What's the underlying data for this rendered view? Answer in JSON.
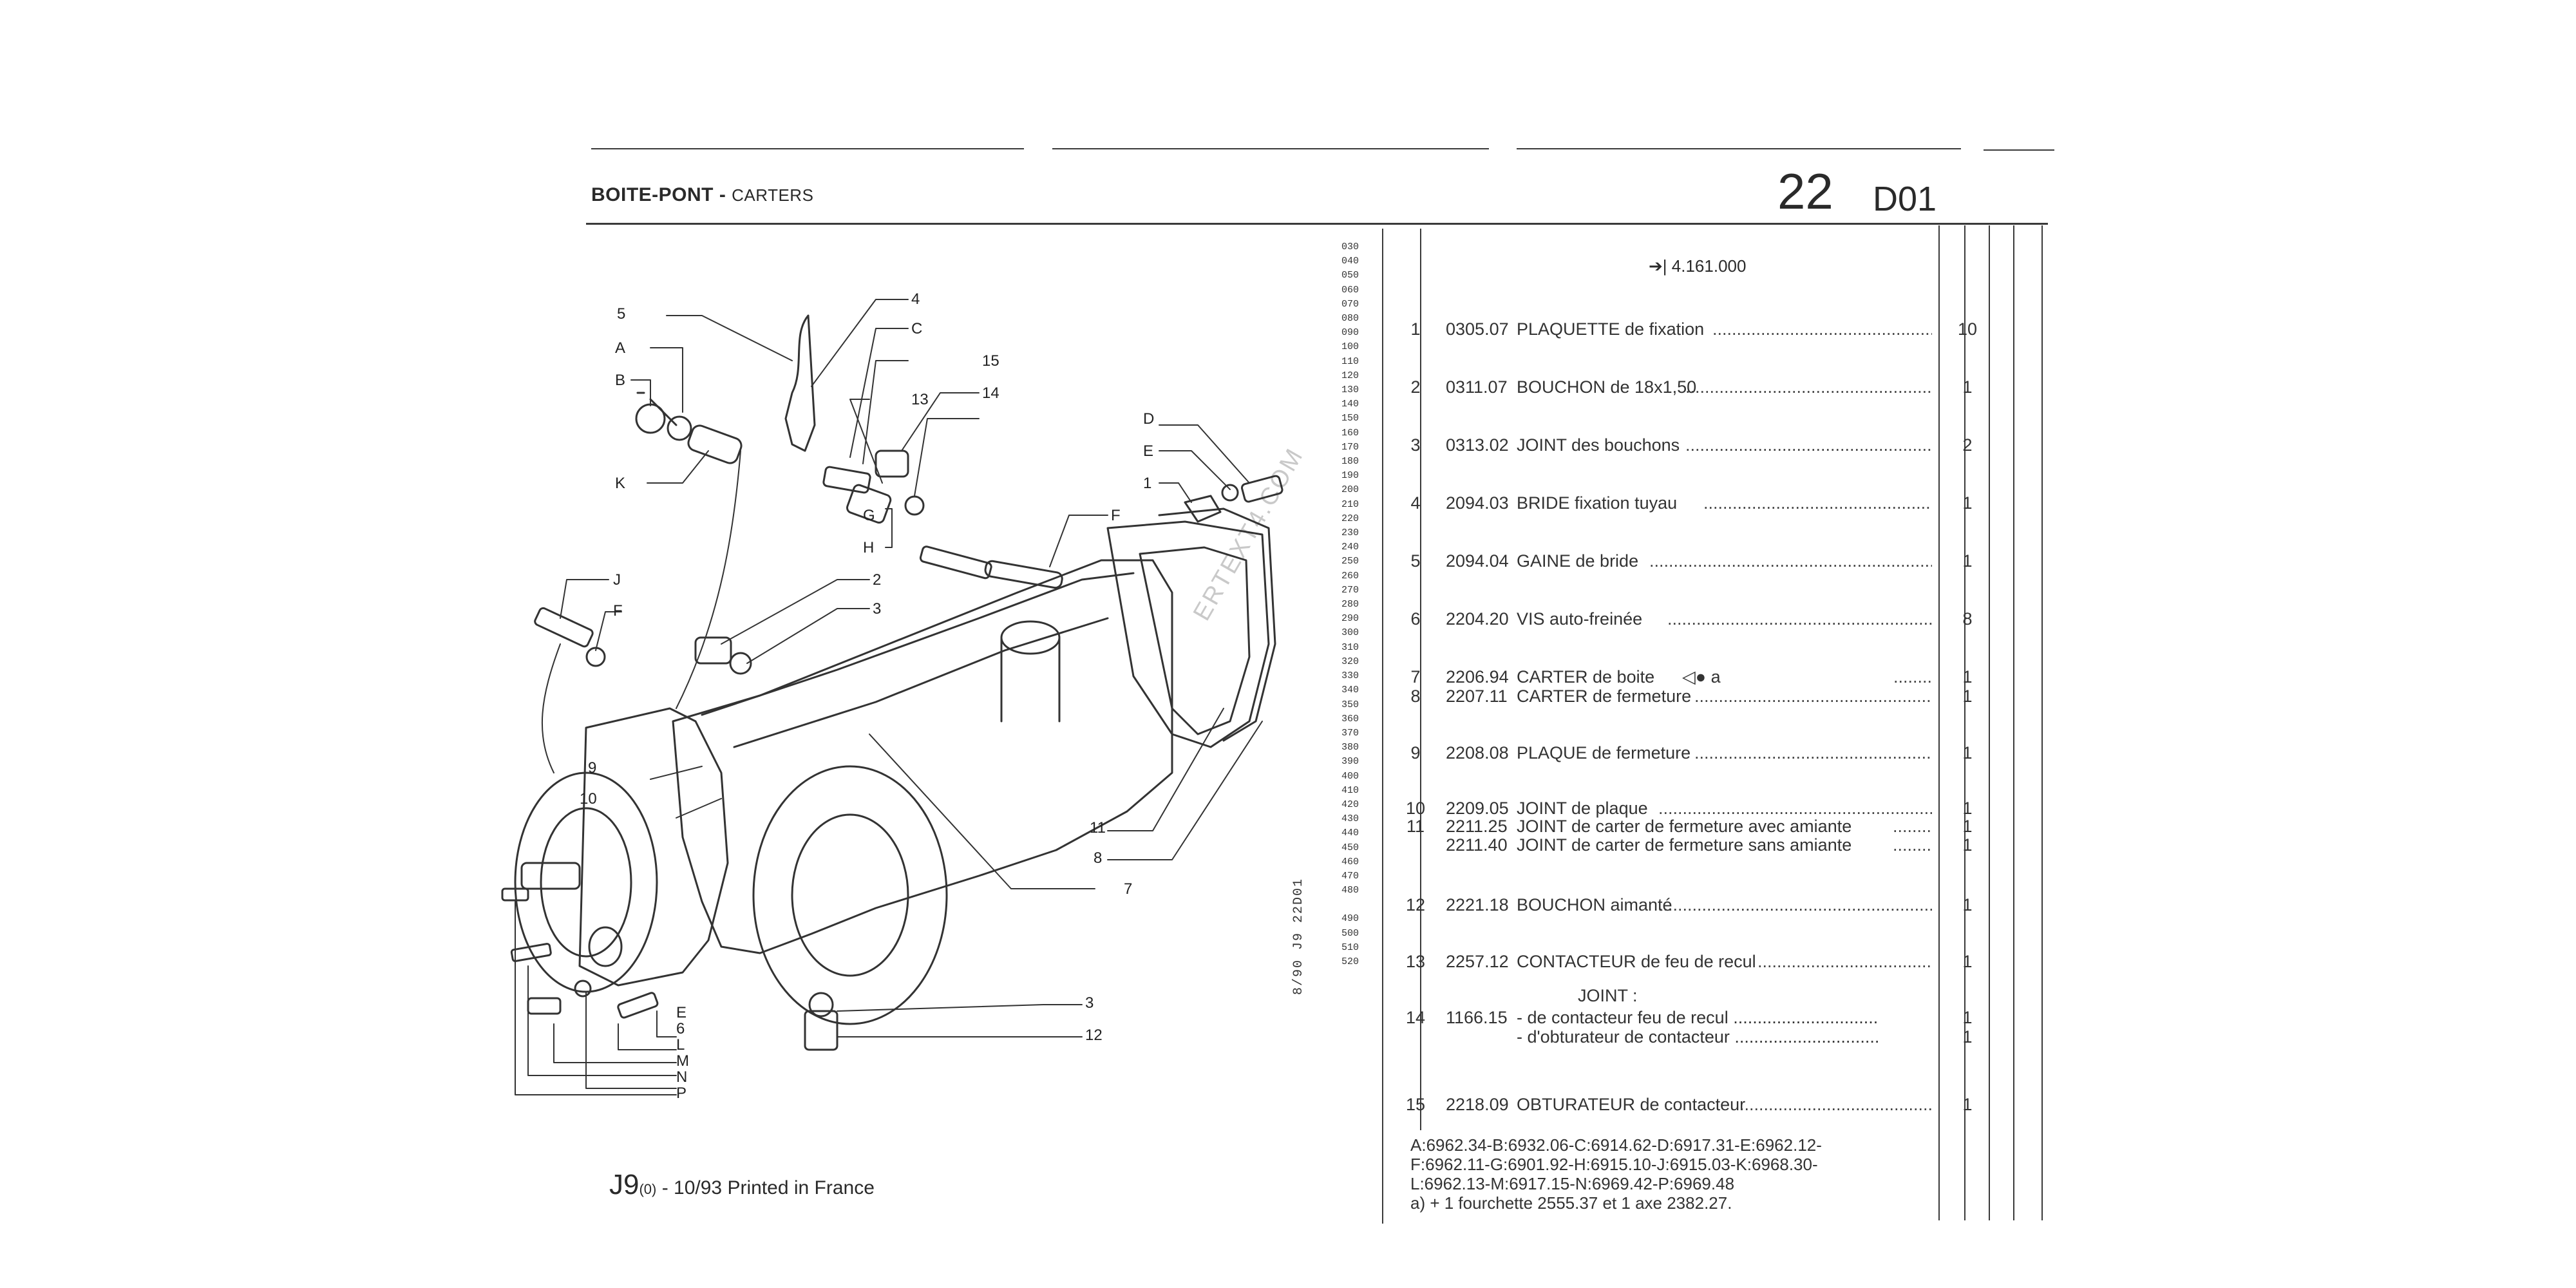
{
  "header": {
    "title": "BOITE-PONT - ",
    "subtitle": "CARTERS",
    "group_number": "22",
    "group_code": "D01"
  },
  "table": {
    "line_numbers": [
      "030",
      "040",
      "050",
      "060",
      "070",
      "080",
      "090",
      "100",
      "110",
      "120",
      "130",
      "140",
      "150",
      "160",
      "170",
      "180",
      "190",
      "200",
      "210",
      "220",
      "230",
      "240",
      "250",
      "260",
      "270",
      "280",
      "290",
      "300",
      "310",
      "320",
      "330",
      "340",
      "350",
      "360",
      "370",
      "380",
      "390",
      "400",
      "410",
      "420",
      "430",
      "440",
      "450",
      "460",
      "470",
      "480",
      "",
      "490",
      "500",
      "510",
      "520"
    ],
    "serial_note": "4.161.000",
    "rows": [
      {
        "item": "1",
        "ref": "0305.07",
        "desc": "PLAQUETTE de fixation",
        "qty": "10"
      },
      {
        "item": "2",
        "ref": "0311.07",
        "desc": "BOUCHON de 18x1,50",
        "qty": "1"
      },
      {
        "item": "3",
        "ref": "0313.02",
        "desc": "JOINT des bouchons",
        "qty": "2"
      },
      {
        "item": "4",
        "ref": "2094.03",
        "desc": "BRIDE fixation tuyau",
        "qty": "1"
      },
      {
        "item": "5",
        "ref": "2094.04",
        "desc": "GAINE de bride",
        "qty": "1"
      },
      {
        "item": "6",
        "ref": "2204.20",
        "desc": "VIS auto-freinée",
        "qty": "8"
      },
      {
        "item": "7",
        "ref": "2206.94",
        "desc": "CARTER de boite",
        "extra": "a",
        "qty": "1"
      },
      {
        "item": "8",
        "ref": "2207.11",
        "desc": "CARTER de fermeture",
        "qty": "1"
      },
      {
        "item": "9",
        "ref": "2208.08",
        "desc": "PLAQUE de fermeture",
        "qty": "1"
      },
      {
        "item": "10",
        "ref": "2209.05",
        "desc": "JOINT de plaque",
        "qty": "1"
      },
      {
        "item": "11",
        "ref": "2211.25",
        "desc": "JOINT de carter de fermeture avec amiante",
        "qty": "1"
      },
      {
        "item": "",
        "ref": "2211.40",
        "desc": "JOINT de carter de fermeture sans amiante",
        "qty": "1"
      },
      {
        "item": "12",
        "ref": "2221.18",
        "desc": "BOUCHON aimanté",
        "qty": "1"
      },
      {
        "item": "13",
        "ref": "2257.12",
        "desc": "CONTACTEUR de feu de recul",
        "qty": "1"
      },
      {
        "item": "14",
        "ref": "1166.15",
        "desc": "JOINT :",
        "sub1": "- de contacteur feu de recul",
        "sub2": "- d'obturateur de contacteur",
        "qty": "1",
        "qty_b": "1"
      },
      {
        "item": "15",
        "ref": "2218.09",
        "desc": "OBTURATEUR de contacteur",
        "qty": "1"
      }
    ],
    "notes": [
      "A:6962.34-B:6932.06-C:6914.62-D:6917.31-E:6962.12-",
      "F:6962.11-G:6901.92-H:6915.10-J:6915.03-K:6968.30-",
      "L:6962.13-M:6917.15-N:6969.42-P:6969.48",
      "a)  +  1 fourchette 2555.37 et 1 axe 2382.27."
    ]
  },
  "diagram": {
    "callouts": [
      "5",
      "4",
      "C",
      "A",
      "B",
      "13",
      "15",
      "14",
      "D",
      "E",
      "1",
      "F",
      "K",
      "G",
      "H",
      "J",
      "2",
      "F",
      "3",
      "9",
      "10",
      "11",
      "8",
      "7",
      "E",
      "6",
      "L",
      "M",
      "N",
      "P",
      "3",
      "12"
    ]
  },
  "footer": {
    "code": "J9",
    "variant": "(0)",
    "date_text": "- 10/93 Printed in France",
    "vertical_code": "8/90  J9  22D01"
  },
  "watermark": "ERTEXT4.COM"
}
